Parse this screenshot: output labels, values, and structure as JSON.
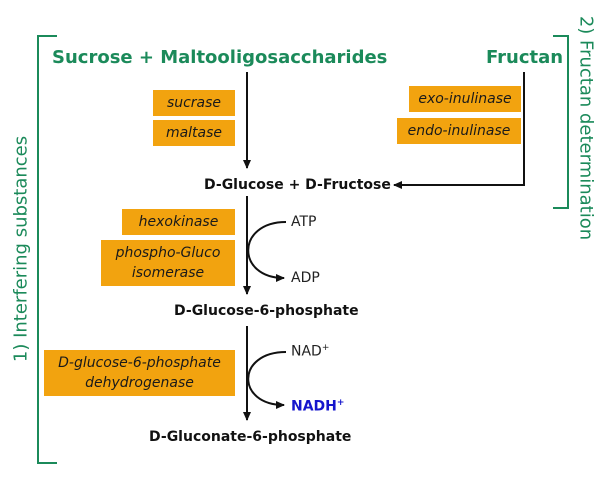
{
  "headers": {
    "sucrose": "Sucrose + Maltooligosaccharides",
    "fructan": "Fructan"
  },
  "enzymes": {
    "sucrase": "sucrase",
    "maltase": "maltase",
    "exo_inulinase": "exo-inulinase",
    "endo_inulinase": "endo-inulinase",
    "hexokinase": "hexokinase",
    "pgi_line1": "phospho-Gluco",
    "pgi_line2": "isomerase",
    "g6pdh_line1": "D-glucose-6-phosphate",
    "g6pdh_line2": "dehydrogenase"
  },
  "compounds": {
    "glucose_fructose": "D-Glucose + D-Fructose",
    "glucose_6_phosphate": "D-Glucose-6-phosphate",
    "gluconate_6_phosphate": "D-Gluconate-6-phosphate"
  },
  "cofactors": {
    "atp": "ATP",
    "adp": "ADP",
    "nad": "NAD",
    "nad_sup": "+",
    "nadh": "NADH",
    "nadh_sup": "+"
  },
  "side_labels": {
    "interfering": "1) Interfering substances",
    "fructan_determination": "2) Fructan determination"
  },
  "colors": {
    "green": "#1b8a5a",
    "enzyme_box": "#f2a30f",
    "nadh": "#1515cc"
  }
}
